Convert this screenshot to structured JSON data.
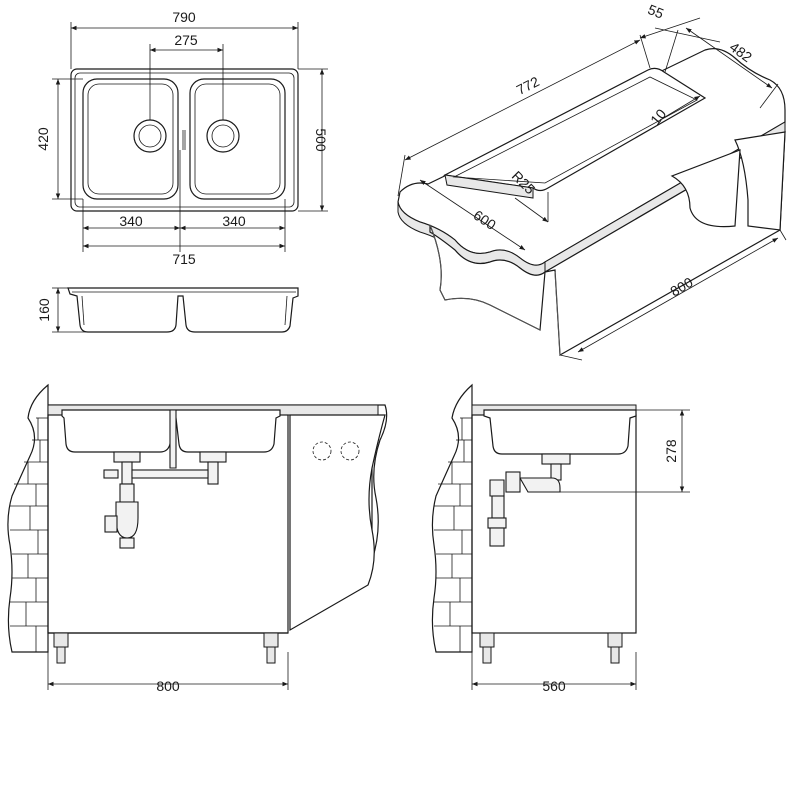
{
  "dimensions": {
    "top_width_total": "790",
    "top_bowl_center_spacing": "275",
    "top_height_left": "420",
    "top_height_right": "500",
    "top_bowl_width_left": "340",
    "top_bowl_width_right": "340",
    "top_bowl_span": "715",
    "side_depth": "160",
    "iso_cutout_length": "772",
    "iso_front_offset": "55",
    "iso_cutout_width": "482",
    "iso_edge_gap": "10",
    "iso_corner_radius": "R25",
    "iso_cabinet_depth": "600",
    "iso_cabinet_width": "800",
    "front_cabinet_width": "800",
    "side_cabinet_width": "560",
    "side_bowl_height": "278"
  }
}
